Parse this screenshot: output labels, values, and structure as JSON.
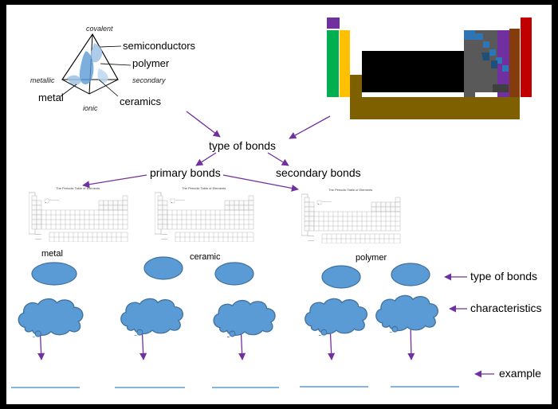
{
  "tetrahedron": {
    "top": "covalent",
    "left": "metallic",
    "right": "secondary",
    "bottom": "ionic",
    "semiconductors": "semiconductors",
    "polymer": "polymer",
    "metal": "metal",
    "ceramics": "ceramics"
  },
  "flow": {
    "type_of_bonds": "type of bonds",
    "primary_bonds": "primary bonds",
    "secondary_bonds": "secondary bonds"
  },
  "periodic_tables": [
    {
      "title": "The Periodic Table of Elements"
    },
    {
      "title": "The Periodic Table of Elements"
    },
    {
      "title": "The Periodic Table of Elements"
    }
  ],
  "materials": {
    "metal": "metal",
    "ceramic": "ceramic",
    "polymer": "polymer"
  },
  "legend": {
    "type_of_bonds": "type of bonds",
    "characteristics": "characteristics",
    "example": "example"
  },
  "colors": {
    "shape_fill": "#5b9bd5",
    "shape_stroke": "#41719c",
    "arrow": "#7030a0",
    "underline": "#5b9bd5"
  }
}
